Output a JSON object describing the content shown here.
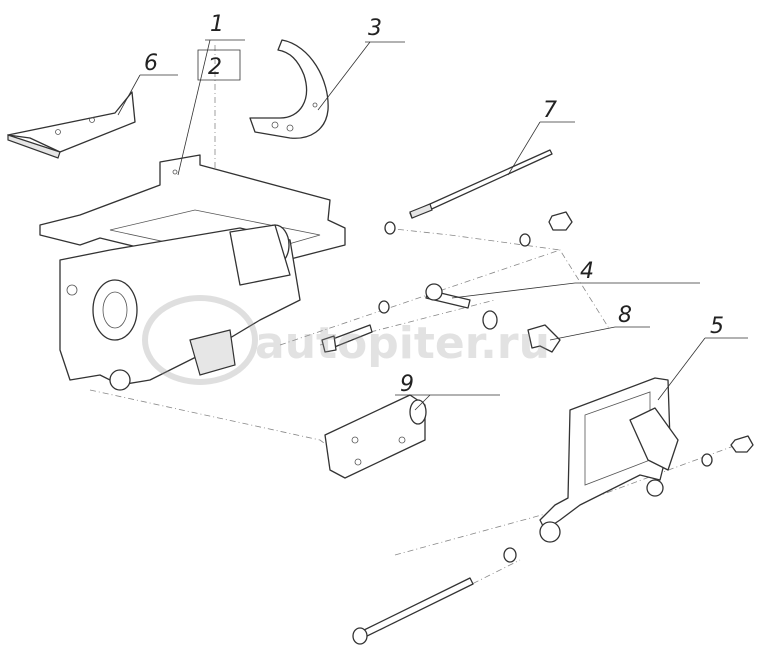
{
  "diagram": {
    "callouts": [
      {
        "id": "1",
        "label": "1"
      },
      {
        "id": "2",
        "label": "2"
      },
      {
        "id": "3",
        "label": "3"
      },
      {
        "id": "4",
        "label": "4"
      },
      {
        "id": "5",
        "label": "5"
      },
      {
        "id": "6",
        "label": "6"
      },
      {
        "id": "7",
        "label": "7"
      },
      {
        "id": "8",
        "label": "8"
      },
      {
        "id": "9",
        "label": "9"
      }
    ],
    "watermark": "autopiter.ru"
  }
}
